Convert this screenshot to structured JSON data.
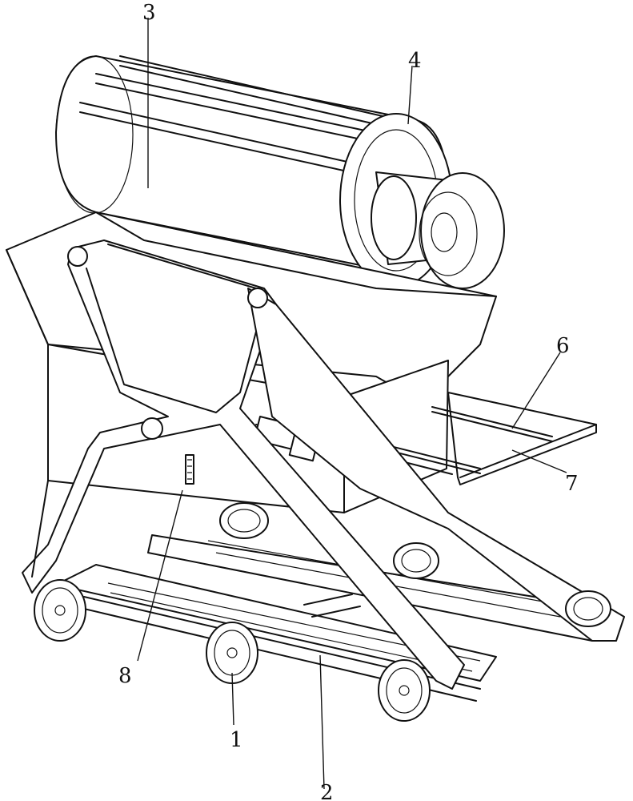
{
  "labels": {
    "frame": "1",
    "base_rail": "2",
    "drum": "3",
    "fan_ring": "4",
    "screw_shaft": "6",
    "tray": "7",
    "scale": "8"
  }
}
